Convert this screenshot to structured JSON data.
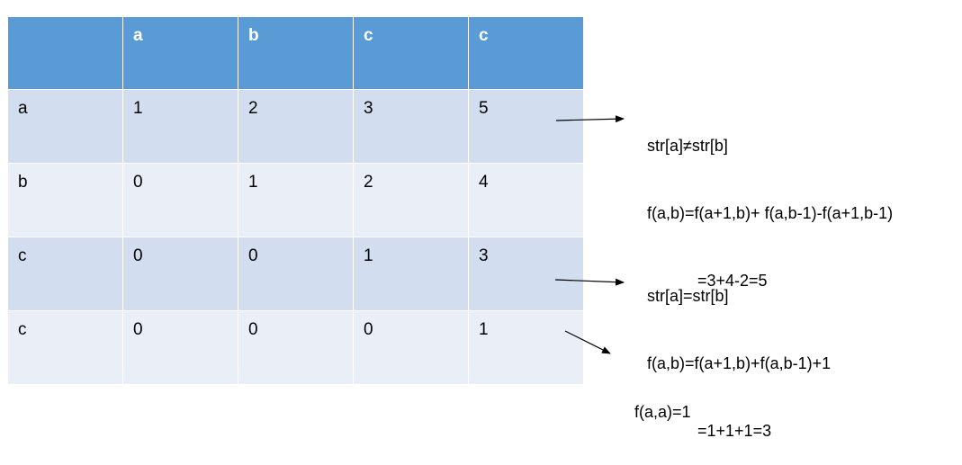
{
  "table": {
    "header": [
      "",
      "a",
      "b",
      "c",
      "c"
    ],
    "rows": [
      {
        "label": "a",
        "values": [
          "1",
          "2",
          "3",
          "5"
        ]
      },
      {
        "label": "b",
        "values": [
          "0",
          "1",
          "2",
          "4"
        ]
      },
      {
        "label": "c",
        "values": [
          "0",
          "0",
          "1",
          "3"
        ]
      },
      {
        "label": "c",
        "values": [
          "0",
          "0",
          "0",
          "1"
        ]
      }
    ]
  },
  "annotations": {
    "neq": {
      "line1": "str[a]≠str[b]",
      "line2": "f(a,b)=f(a+1,b)+ f(a,b-1)-f(a+1,b-1)",
      "line3": "=3+4-2=5"
    },
    "eq": {
      "line1": "str[a]=str[b]",
      "line2": "f(a,b)=f(a+1,b)+f(a,b-1)+1",
      "line3": "=1+1+1=3"
    },
    "base": {
      "line1": "f(a,a)=1"
    }
  },
  "colors": {
    "header": "#5b9bd5",
    "row_dark": "#d2deef",
    "row_light": "#eaeff7"
  }
}
